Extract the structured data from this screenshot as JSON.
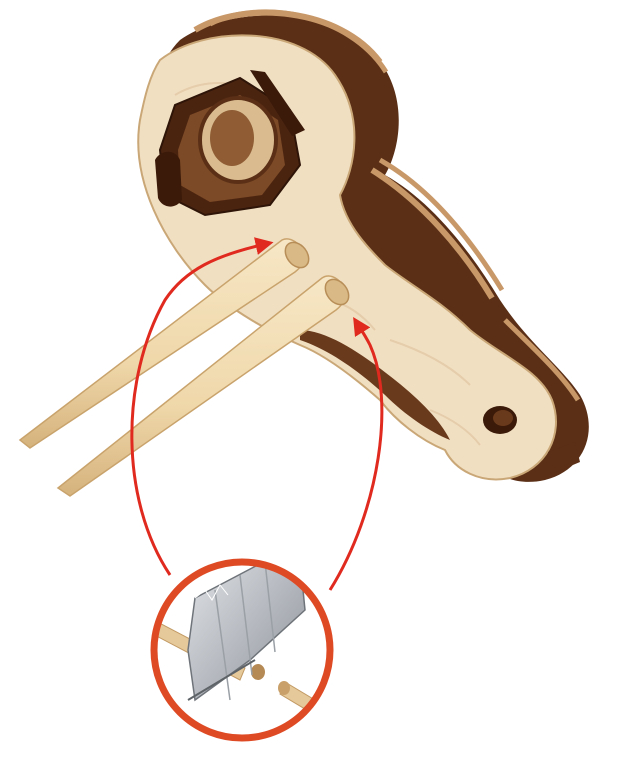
{
  "illustration": {
    "subject": "wooden-crank-wrench-assembly",
    "parts": [
      "crank-body",
      "hex-socket",
      "handle-hole",
      "dowel-pin",
      "dowel-pin",
      "utility-blade"
    ],
    "callout": {
      "detail": "trim-dowels-flush-with-utility-knife",
      "arrows": 2
    },
    "colors": {
      "wood_light": "#f1dfc2",
      "wood_mid": "#e2c8a0",
      "wood_dark": "#5a2f16",
      "wood_edge": "#8a5a34",
      "dowel": "#f2dcb0",
      "dowel_shade": "#d8b985",
      "arrow_red": "#e02a1f",
      "ring_orange": "#de4a24",
      "blade_steel": "#c9ccd1",
      "blade_shade": "#8f949a"
    }
  }
}
